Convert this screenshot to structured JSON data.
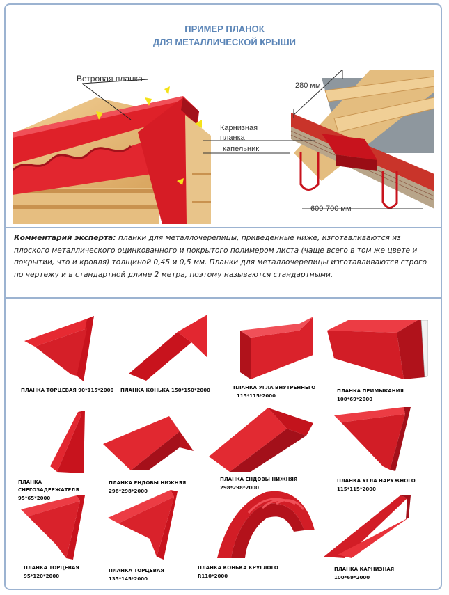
{
  "title": {
    "line1": "ПРИМЕР ПЛАНОК",
    "line2": "ДЛЯ МЕТАЛЛИЧЕСКОЙ КРЫШИ"
  },
  "left_figure": {
    "wind_label": "Ветровая планка"
  },
  "right_figure": {
    "dim_top": "280 мм",
    "eave_label_line1": "Карнизная",
    "eave_label_line2": "планка",
    "drip_label": "капельник",
    "dim_bottom": "600-700 мм"
  },
  "comment": {
    "lead": "Комментарий эксперта:",
    "text": " планки для металлочерепицы, приведенные ниже, изготавливаются из плоского металлического оцинкованного и покрытого полимером листа (чаще всего в том же цвете и покрытии, что и кровля) толщиной 0,45 и 0,5 мм. Планки для металлочерепицы изготавливаются строго по чертежу и в стандартной длине 2 метра, поэтому называются стандартными."
  },
  "planks": [
    {
      "line1": "ПЛАНКА ТОРЦЕВАЯ 90*115*2000",
      "line2": ""
    },
    {
      "line1": "ПЛАНКА КОНЬКА 150*150*2000",
      "line2": ""
    },
    {
      "line1": "ПЛАНКА УГЛА ВНУТРЕННЕГО",
      "line2": "115*115*2000"
    },
    {
      "line1": "ПЛАНКА ПРИМЫКАНИЯ",
      "line2": "100*69*2000"
    },
    {
      "line1": "ПЛАНКА",
      "line2": "СНЕГОЗАДЕРЖАТЕЛЯ",
      "line3": "95*65*2000"
    },
    {
      "line1": "ПЛАНКА ЕНДОВЫ НИЖНЯЯ",
      "line2": "298*298*2000"
    },
    {
      "line1": "ПЛАНКА ЕНДОВЫ НИЖНЯЯ",
      "line2": "298*298*2000"
    },
    {
      "line1": "ПЛАНКА УГЛА НАРУЖНОГО",
      "line2": "115*115*2000"
    },
    {
      "line1": "ПЛАНКА ТОРЦЕВАЯ",
      "line2": "95*120*2000"
    },
    {
      "line1": "ПЛАНКА ТОРЦЕВАЯ",
      "line2": "135*145*2000"
    },
    {
      "line1": "ПЛАНКА КОНЬКА КРУГЛОГО",
      "line2": "R110*2000"
    },
    {
      "line1": "ПЛАНКА КАРНИЗНАЯ",
      "line2": "100*69*2000"
    }
  ],
  "colors": {
    "frame": "#9cb3d1",
    "title": "#5b85b7",
    "metal_red": "#d9202a",
    "metal_dark": "#a3121b"
  }
}
